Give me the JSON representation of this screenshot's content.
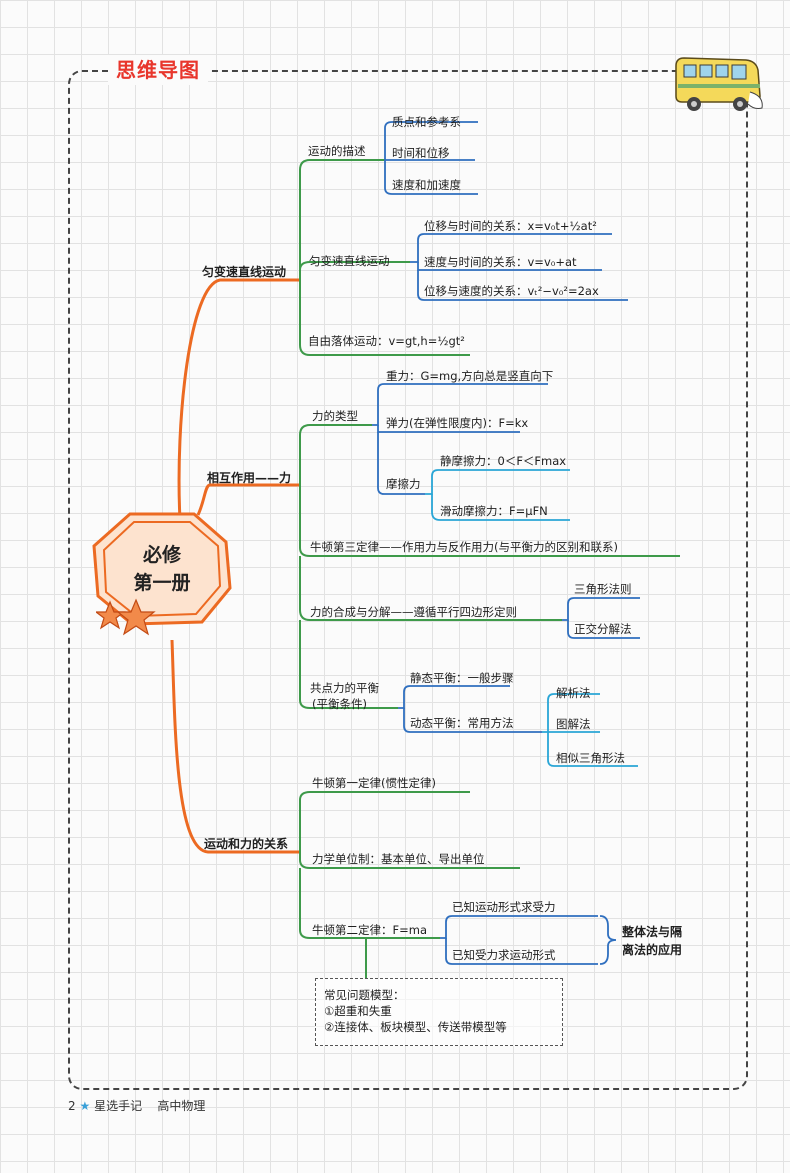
{
  "header": {
    "title": "思维导图"
  },
  "center": {
    "line1": "必修",
    "line2": "第一册"
  },
  "branch1": {
    "label": "匀变速直线运动",
    "motion_desc": {
      "label": "运动的描述",
      "items": [
        "质点和参考系",
        "时间和位移",
        "速度和加速度"
      ]
    },
    "uniform_accel": {
      "label": "匀变速直线运动",
      "items": [
        "位移与时间的关系：x=v₀t+½at²",
        "速度与时间的关系：v=v₀+at",
        "位移与速度的关系：vₜ²−v₀²=2ax"
      ]
    },
    "free_fall": "自由落体运动：v=gt,h=½gt²"
  },
  "branch2": {
    "label": "相互作用——力",
    "force_types": {
      "label": "力的类型",
      "gravity": "重力：G=mg,方向总是竖直向下",
      "elastic": "弹力(在弹性限度内)：F=kx",
      "friction": {
        "label": "摩擦力",
        "static": "静摩擦力：0＜F＜Fmax",
        "sliding": "滑动摩擦力：F=μFN"
      }
    },
    "third_law": "牛顿第三定律——作用力与反作用力(与平衡力的区别和联系)",
    "composition": {
      "label": "力的合成与分解——遵循平行四边形定则",
      "items": [
        "三角形法则",
        "正交分解法"
      ]
    },
    "equilibrium": {
      "label_line1": "共点力的平衡",
      "label_line2": "(平衡条件)",
      "static": "静态平衡：一般步骤",
      "dynamic": "动态平衡：常用方法",
      "methods": [
        "解析法",
        "图解法",
        "相似三角形法"
      ]
    }
  },
  "branch3": {
    "label": "运动和力的关系",
    "first_law": "牛顿第一定律(惯性定律)",
    "units": "力学单位制：基本单位、导出单位",
    "second_law": {
      "label": "牛顿第二定律：F=ma",
      "items": [
        "已知运动形式求受力",
        "已知受力求运动形式"
      ],
      "bracket_line1": "整体法与隔",
      "bracket_line2": "离法的应用"
    },
    "note": {
      "title": "常见问题模型：",
      "items": [
        "①超重和失重",
        "②连接体、板块模型、传送带模型等"
      ]
    }
  },
  "footer": {
    "page": "2",
    "star": "★",
    "brand": "星选手记",
    "subject": "高中物理"
  },
  "colors": {
    "title": "#e8362c",
    "trunk": "#ec6a22",
    "green": "#3e9a4a",
    "blue": "#2f6fbf",
    "cyan": "#2aa6d6",
    "star_fill": "#f28a4a"
  }
}
